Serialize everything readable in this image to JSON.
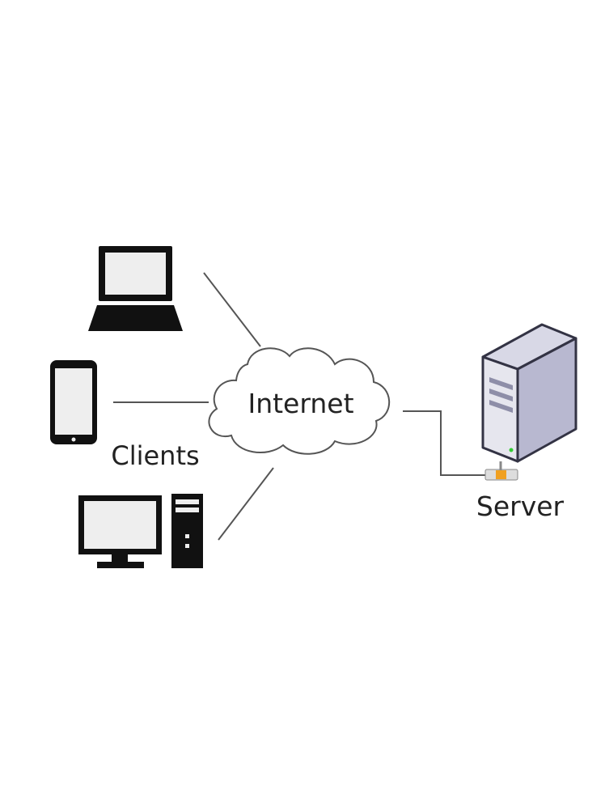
{
  "labels": {
    "internet": "Internet",
    "clients": "Clients",
    "server": "Server"
  },
  "colors": {
    "background": "#ffffff",
    "line": "#555555",
    "device": "#111111",
    "screen": "#eeeeee",
    "cloud_fill": "#ffffff",
    "cloud_stroke": "#555555",
    "server_front": "#e6e6ee",
    "server_side": "#b8b8d0",
    "server_outline": "#333344",
    "port": "#f0a020",
    "led": "#33cc33"
  },
  "icons": {
    "laptop": "laptop-icon",
    "phone": "smartphone-icon",
    "desktop": "desktop-computer-icon",
    "cloud": "cloud-icon",
    "server": "server-tower-icon"
  }
}
